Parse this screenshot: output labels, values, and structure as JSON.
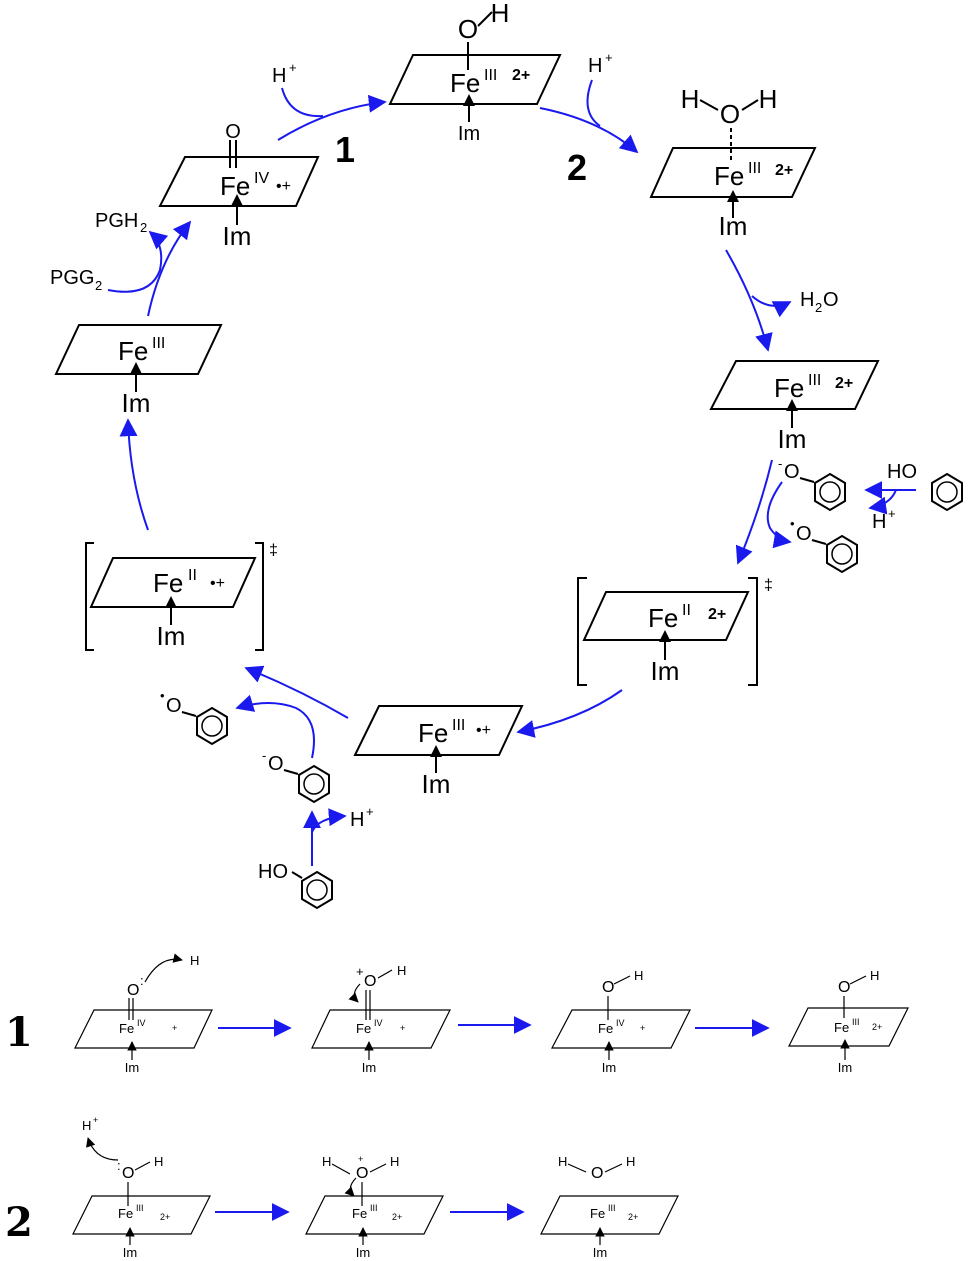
{
  "cycle": {
    "step1_number": "1",
    "step2_number": "2",
    "compound_I": {
      "metal": "Fe",
      "ox": "IV",
      "charge": "•+",
      "ligand": "Im",
      "oxo": "O"
    },
    "top_complex": {
      "metal": "Fe",
      "ox": "III",
      "charge": "2+",
      "ligand": "Im",
      "o": "O",
      "h": "H"
    },
    "water_complex": {
      "metal": "Fe",
      "ox": "III",
      "charge": "2+",
      "ligand": "Im",
      "o": "O",
      "h1": "H",
      "h2": "H"
    },
    "fe3_2plus": {
      "metal": "Fe",
      "ox": "III",
      "charge": "2+",
      "ligand": "Im"
    },
    "ts_right": {
      "metal": "Fe",
      "ox": "II",
      "charge": "2+",
      "ligand": "Im",
      "dagger": "‡"
    },
    "fe3_radical": {
      "metal": "Fe",
      "ox": "III",
      "charge": "•+",
      "ligand": "Im"
    },
    "ts_left": {
      "metal": "Fe",
      "ox": "II",
      "charge": "•+",
      "ligand": "Im",
      "dagger": "‡"
    },
    "resting": {
      "metal": "Fe",
      "ox": "III",
      "ligand": "Im"
    },
    "labels": {
      "h_plus_1": "H",
      "h_plus_2": "H",
      "h2o": "H",
      "h2o_sub": "2",
      "h2o_o": "O",
      "pgh2": "PGH",
      "pgh2_sub": "2",
      "pgg2": "PGG",
      "pgg2_sub": "2",
      "ho_right": "HO",
      "h_plus_right": "H",
      "phenoxide_o": "O",
      "phenoxyl_o": "O",
      "ho_bottom": "HO",
      "h_plus_bottom": "H",
      "phenoxide_o2": "O",
      "phenoxyl_o2": "O"
    }
  },
  "mechanism1": {
    "label": "1",
    "steps": [
      {
        "metal": "Fe",
        "ox": "IV",
        "charge": "+",
        "ligand": "Im",
        "o": "O",
        "extra": "H"
      },
      {
        "metal": "Fe",
        "ox": "IV",
        "charge": "+",
        "ligand": "Im",
        "o": "O",
        "h": "H"
      },
      {
        "metal": "Fe",
        "ox": "IV",
        "charge": "+",
        "ligand": "Im",
        "o": "O",
        "h": "H"
      },
      {
        "metal": "Fe",
        "ox": "III",
        "charge": "2+",
        "ligand": "Im",
        "o": "O",
        "h": "H"
      }
    ]
  },
  "mechanism2": {
    "label": "2",
    "steps": [
      {
        "metal": "Fe",
        "ox": "III",
        "charge": "2+",
        "ligand": "Im",
        "o": "O",
        "h": "H",
        "extra": "H"
      },
      {
        "metal": "Fe",
        "ox": "III",
        "charge": "2+",
        "ligand": "Im",
        "o": "O",
        "h1": "H",
        "h2": "H"
      },
      {
        "metal": "Fe",
        "ox": "III",
        "charge": "2+",
        "ligand": "Im",
        "o": "O",
        "h1": "H",
        "h2": "H"
      }
    ]
  },
  "colors": {
    "arrow": "#1a1aee",
    "ink": "#000000"
  }
}
